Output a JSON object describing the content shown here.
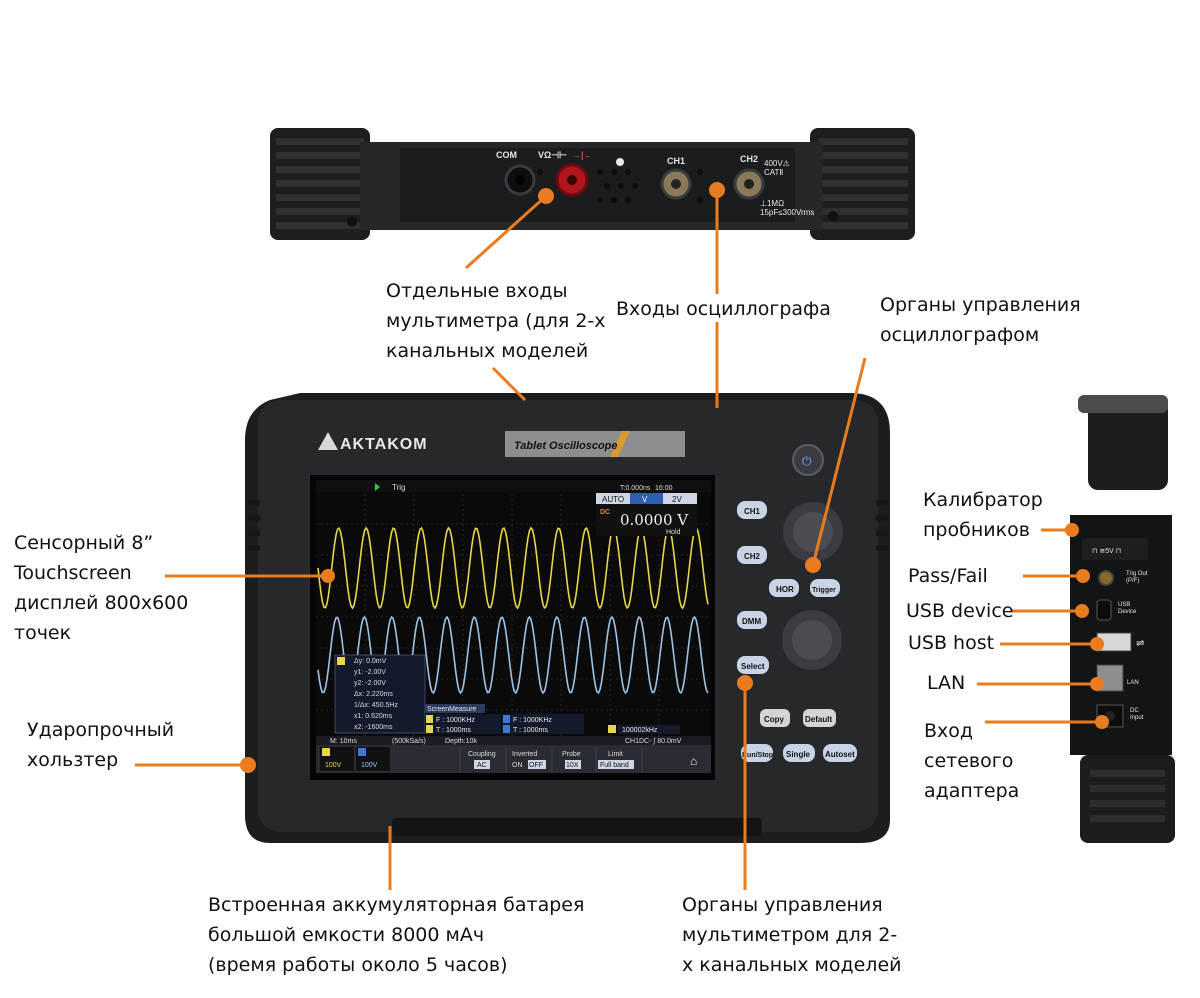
{
  "colors": {
    "callout": "#E87C1E",
    "device_body": "#2a2b2e",
    "screen_bg": "#0a0a0a",
    "trace_ch1": "#e6d64a",
    "trace_ch2": "#9fc3e6"
  },
  "top_panel": {
    "com": "COM",
    "vohm": "VΩ⊣⊢",
    "ma": "→|←",
    "ch1": "CH1",
    "ch2": "CH2",
    "cat_rating": "400V⚠\nCATⅡ",
    "impedance": "⊥1MΩ\n15pF≤300Vrms"
  },
  "device": {
    "brand": "AKTAKOM",
    "model": "Tablet Oscilloscope",
    "buttons": {
      "ch1": "CH1",
      "ch2": "CH2",
      "hor": "HOR",
      "trigger": "Trigger",
      "dmm": "DMM",
      "select": "Select",
      "copy": "Copy",
      "default": "Default",
      "runstop": "Run/Stop",
      "single": "Single",
      "autoset": "Autoset"
    }
  },
  "screen": {
    "trig": "Trig",
    "time": "T:0.000ns",
    "clock": "16:00",
    "mode_auto": "AUTO",
    "mode_v": "V",
    "mode_2v": "2V",
    "dc": "DC",
    "reading": "0.0000 V",
    "hold": "Hold",
    "cursor": {
      "dy": "Δy: 0.0mV",
      "y1": "y1: -2.00V",
      "y2": "y2: -2.00V",
      "dx": "Δx: 2.220ms",
      "inv": "1/Δx: 450.5Hz",
      "x1": "x1: 0.620ms",
      "x2": "x2: -1600ms"
    },
    "screen_measure": "ScreenMeasure",
    "f1": "F : 1000KHz",
    "f2": "F : 1000KHz",
    "t1": "T : 1000ms",
    "t2": "T : 1000ms",
    "freq": "100002kHz",
    "status_m": "M: 10ms",
    "status_rate": "(500kSa/s)",
    "status_depth": "Depth:10k",
    "status_ch1": "CH1DC- ∫ 80.0mV",
    "menu": {
      "ch1_val": "100V",
      "ch2_val": "100V",
      "coupling": "Coupling",
      "coupling_val": "AC",
      "inverted": "Inverted",
      "inv_on": "ON",
      "inv_off": "OFF",
      "probe": "Probe",
      "probe_val": "10X",
      "limit": "Limit",
      "limit_val": "Full band"
    }
  },
  "side_panel": {
    "trig_out": "Trig Out\n(P/F)",
    "usb_device": "USB\nDevice",
    "lan": "LAN",
    "dc_input": "DC\nInput",
    "calib": "⊓ ≅5V ⊓"
  },
  "labels": {
    "multimeter_inputs": "Отдельные входы\nмультиметра (для 2-х\nканальных моделей",
    "scope_inputs": "Входы осциллографа",
    "scope_controls": "Органы управления\nосциллографом",
    "touchscreen": "Сенсорный  8”\nTouchscreen\nдисплей 800x600\nточек",
    "holster": "Ударопрочный\nхользтер",
    "battery": "Встроенная аккумуляторная батарея\nбольшой емкости 8000 мАч\n(время работы около 5 часов)",
    "dmm_controls": "Органы управления\nмультиметром для 2-\nх канальных моделей",
    "calibrator": "Калибратор\nпробников",
    "pass_fail": "Pass/Fail",
    "usb_device": "USB device",
    "usb_host": "USB host",
    "lan": "LAN",
    "power_input": "Вход\nсетевого\nадаптера"
  }
}
